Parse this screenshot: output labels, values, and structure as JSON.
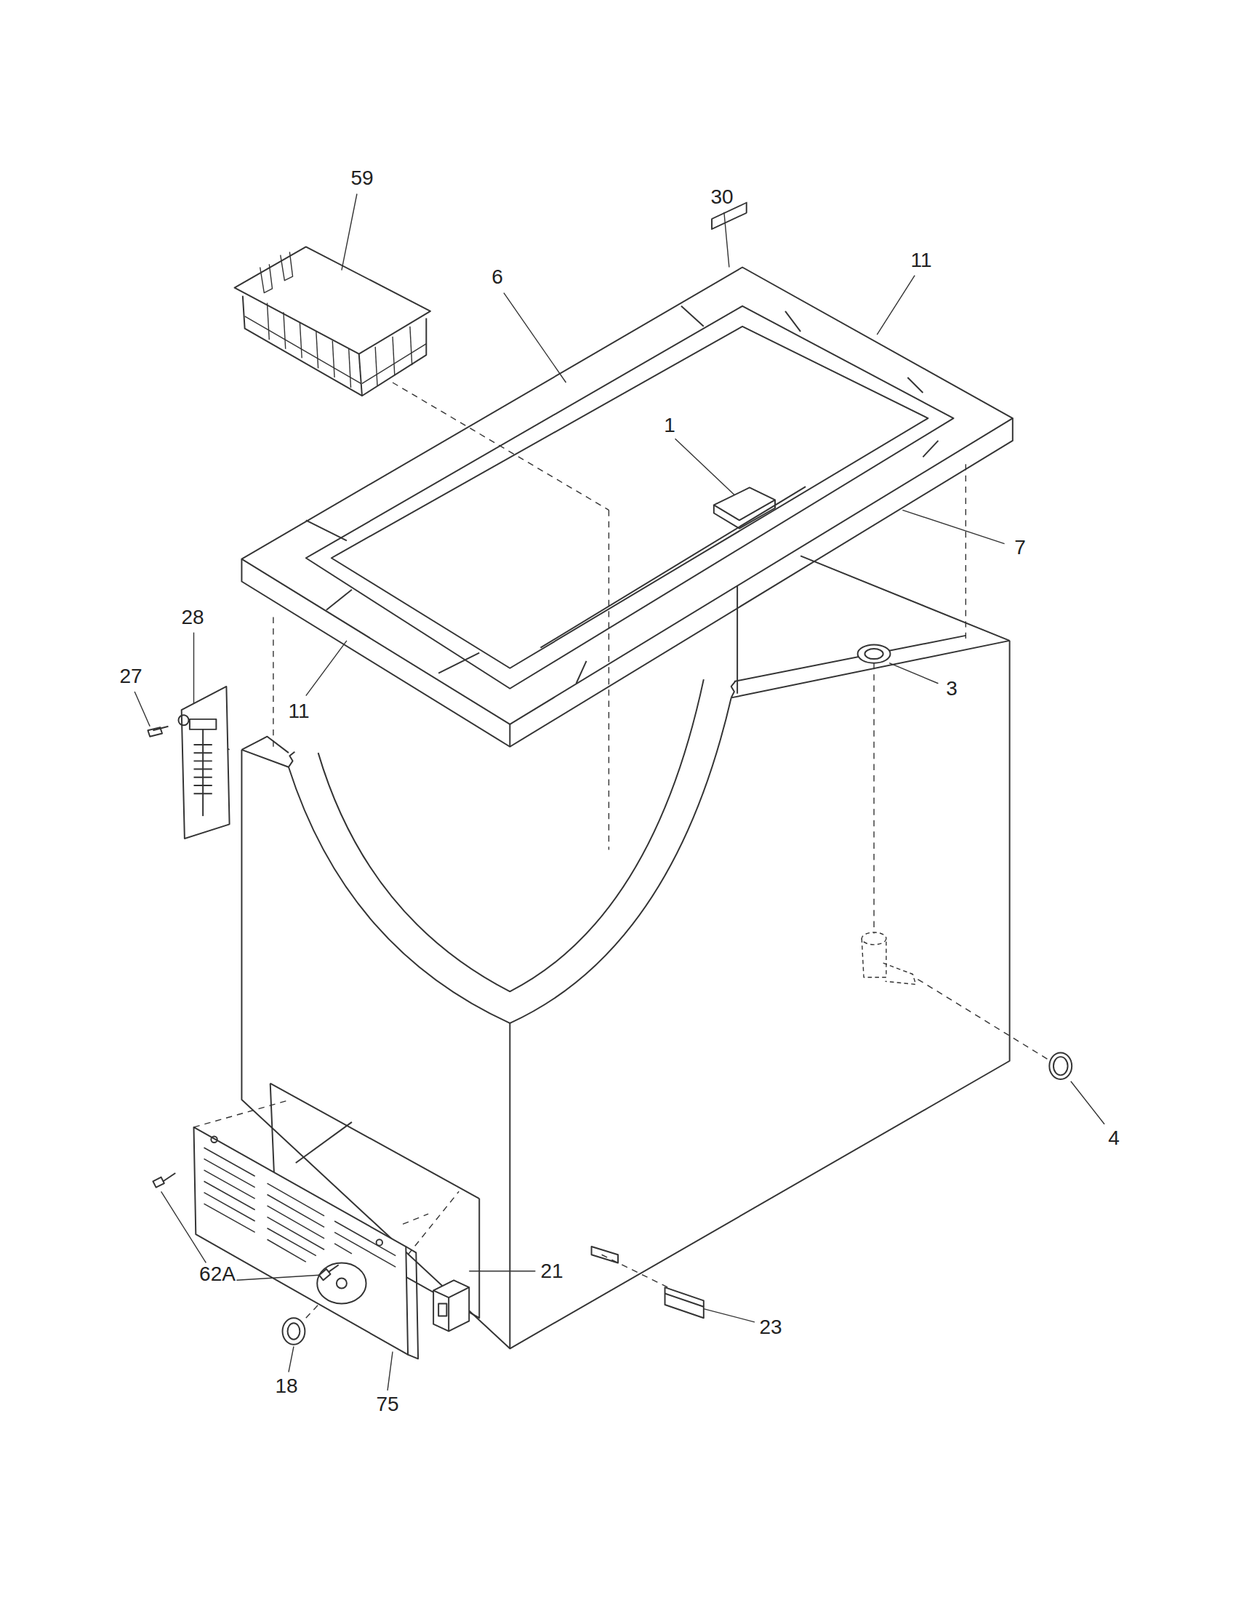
{
  "diagram": {
    "nodes": [],
    "edges": [],
    "labels": [
      "59",
      "30",
      "6",
      "11",
      "1",
      "7",
      "28",
      "27",
      "11",
      "3",
      "4",
      "62A",
      "21",
      "23",
      "18",
      "75"
    ]
  }
}
